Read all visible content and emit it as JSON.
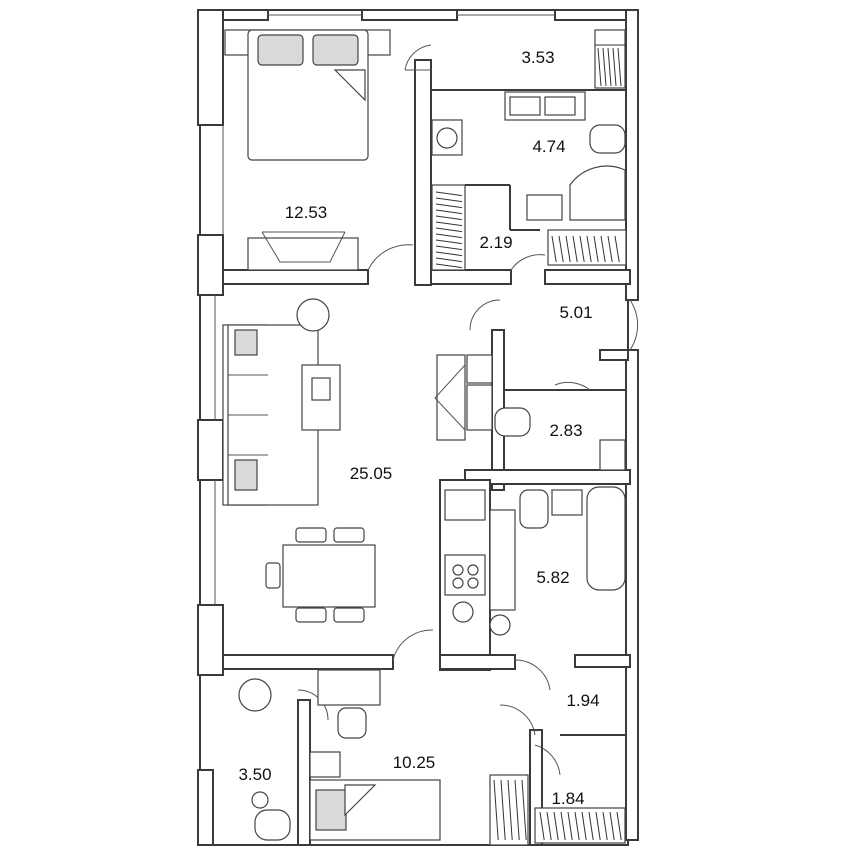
{
  "rooms": [
    {
      "id": "bedroom",
      "area": "12.53"
    },
    {
      "id": "storage-top",
      "area": "3.53"
    },
    {
      "id": "bathroom-top",
      "area": "4.74"
    },
    {
      "id": "wardrobe",
      "area": "2.19"
    },
    {
      "id": "hall",
      "area": "5.01"
    },
    {
      "id": "living",
      "area": "25.05"
    },
    {
      "id": "wc",
      "area": "2.83"
    },
    {
      "id": "bathroom",
      "area": "5.82"
    },
    {
      "id": "corridor",
      "area": "1.94"
    },
    {
      "id": "balcony",
      "area": "3.50"
    },
    {
      "id": "bedroom-2",
      "area": "10.25"
    },
    {
      "id": "closet",
      "area": "1.84"
    }
  ]
}
